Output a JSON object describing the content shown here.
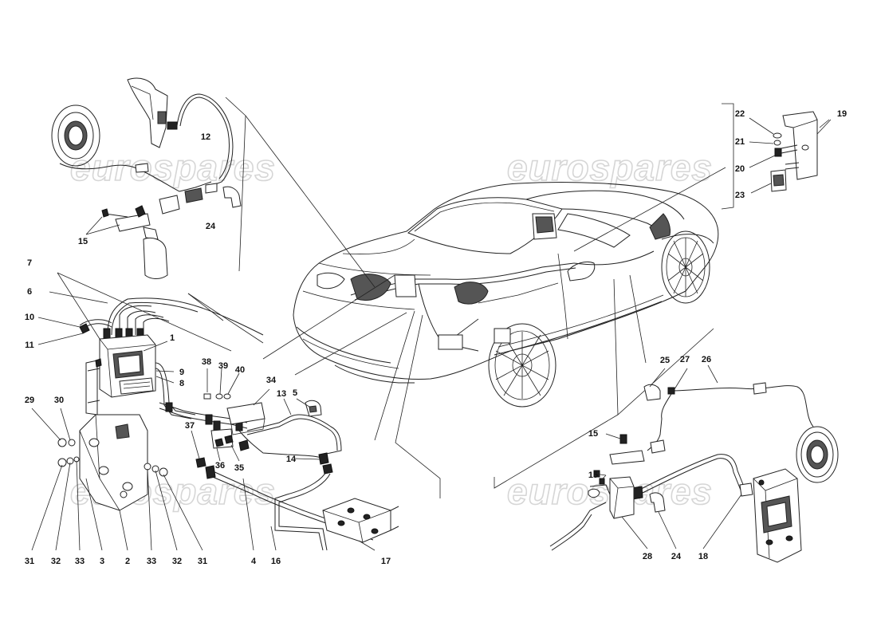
{
  "watermarks": [
    "eurospares",
    "eurospares",
    "eurospares",
    "eurospares"
  ],
  "callouts": [
    "1",
    "2",
    "3",
    "4",
    "5",
    "6",
    "7",
    "8",
    "9",
    "10",
    "11",
    "12",
    "13",
    "14",
    "15",
    "15",
    "15",
    "16",
    "17",
    "18",
    "19",
    "20",
    "21",
    "22",
    "23",
    "24",
    "24",
    "25",
    "26",
    "27",
    "28",
    "29",
    "30",
    "31",
    "31",
    "32",
    "32",
    "33",
    "33",
    "34",
    "35",
    "36",
    "37",
    "38",
    "39",
    "40"
  ]
}
